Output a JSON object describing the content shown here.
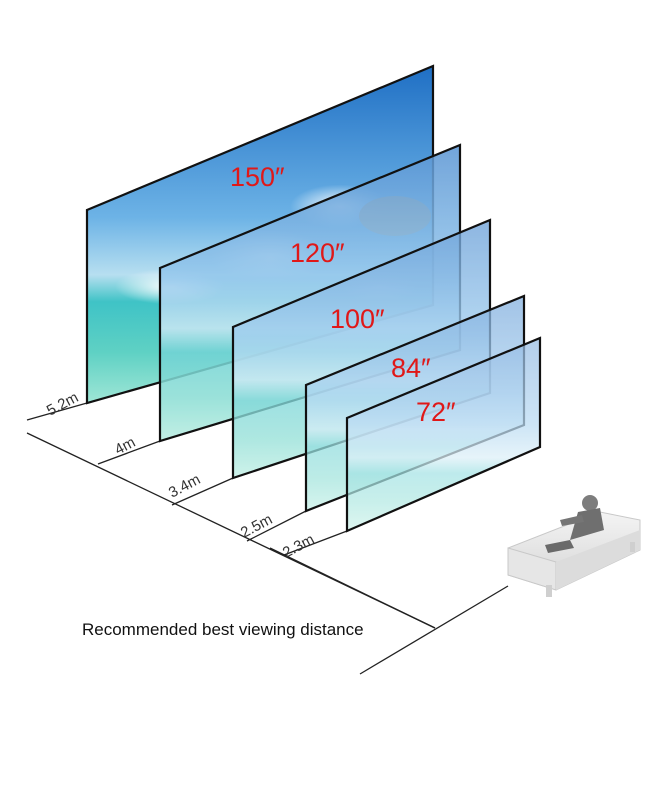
{
  "caption": "Recommended best viewing distance",
  "screens": [
    {
      "size": "150″",
      "distance": "5.2m"
    },
    {
      "size": "120″",
      "distance": "4m"
    },
    {
      "size": "100″",
      "distance": "3.4m"
    },
    {
      "size": "84″",
      "distance": "2.5m"
    },
    {
      "size": "72″",
      "distance": "2.3m"
    }
  ],
  "colors": {
    "size_label": "#e01818",
    "frame": "#111111",
    "line": "#222222",
    "distance_text": "#333333"
  },
  "icons": [
    "sofa-with-viewer-icon"
  ]
}
